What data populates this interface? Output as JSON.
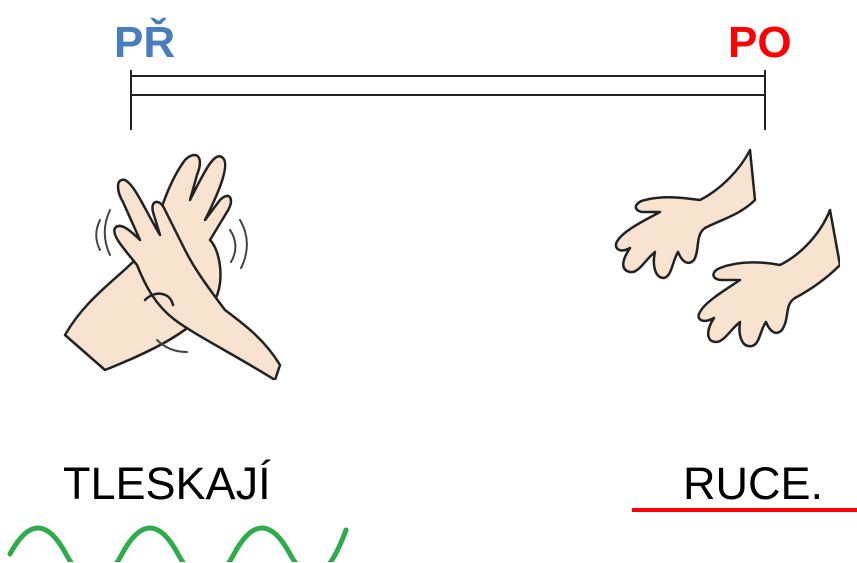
{
  "before_label": "PŘ",
  "after_label": "PO",
  "words": {
    "left": "TLESKAJÍ",
    "right": "RUCE."
  },
  "colors": {
    "before": "#4a7ebb",
    "after": "#ff0000",
    "wave": "#2eab4a",
    "underline": "#ff0000",
    "skin": "#f7e3d0"
  },
  "icons": {
    "left": "clapping-hands-icon",
    "right": "open-hands-icon"
  }
}
